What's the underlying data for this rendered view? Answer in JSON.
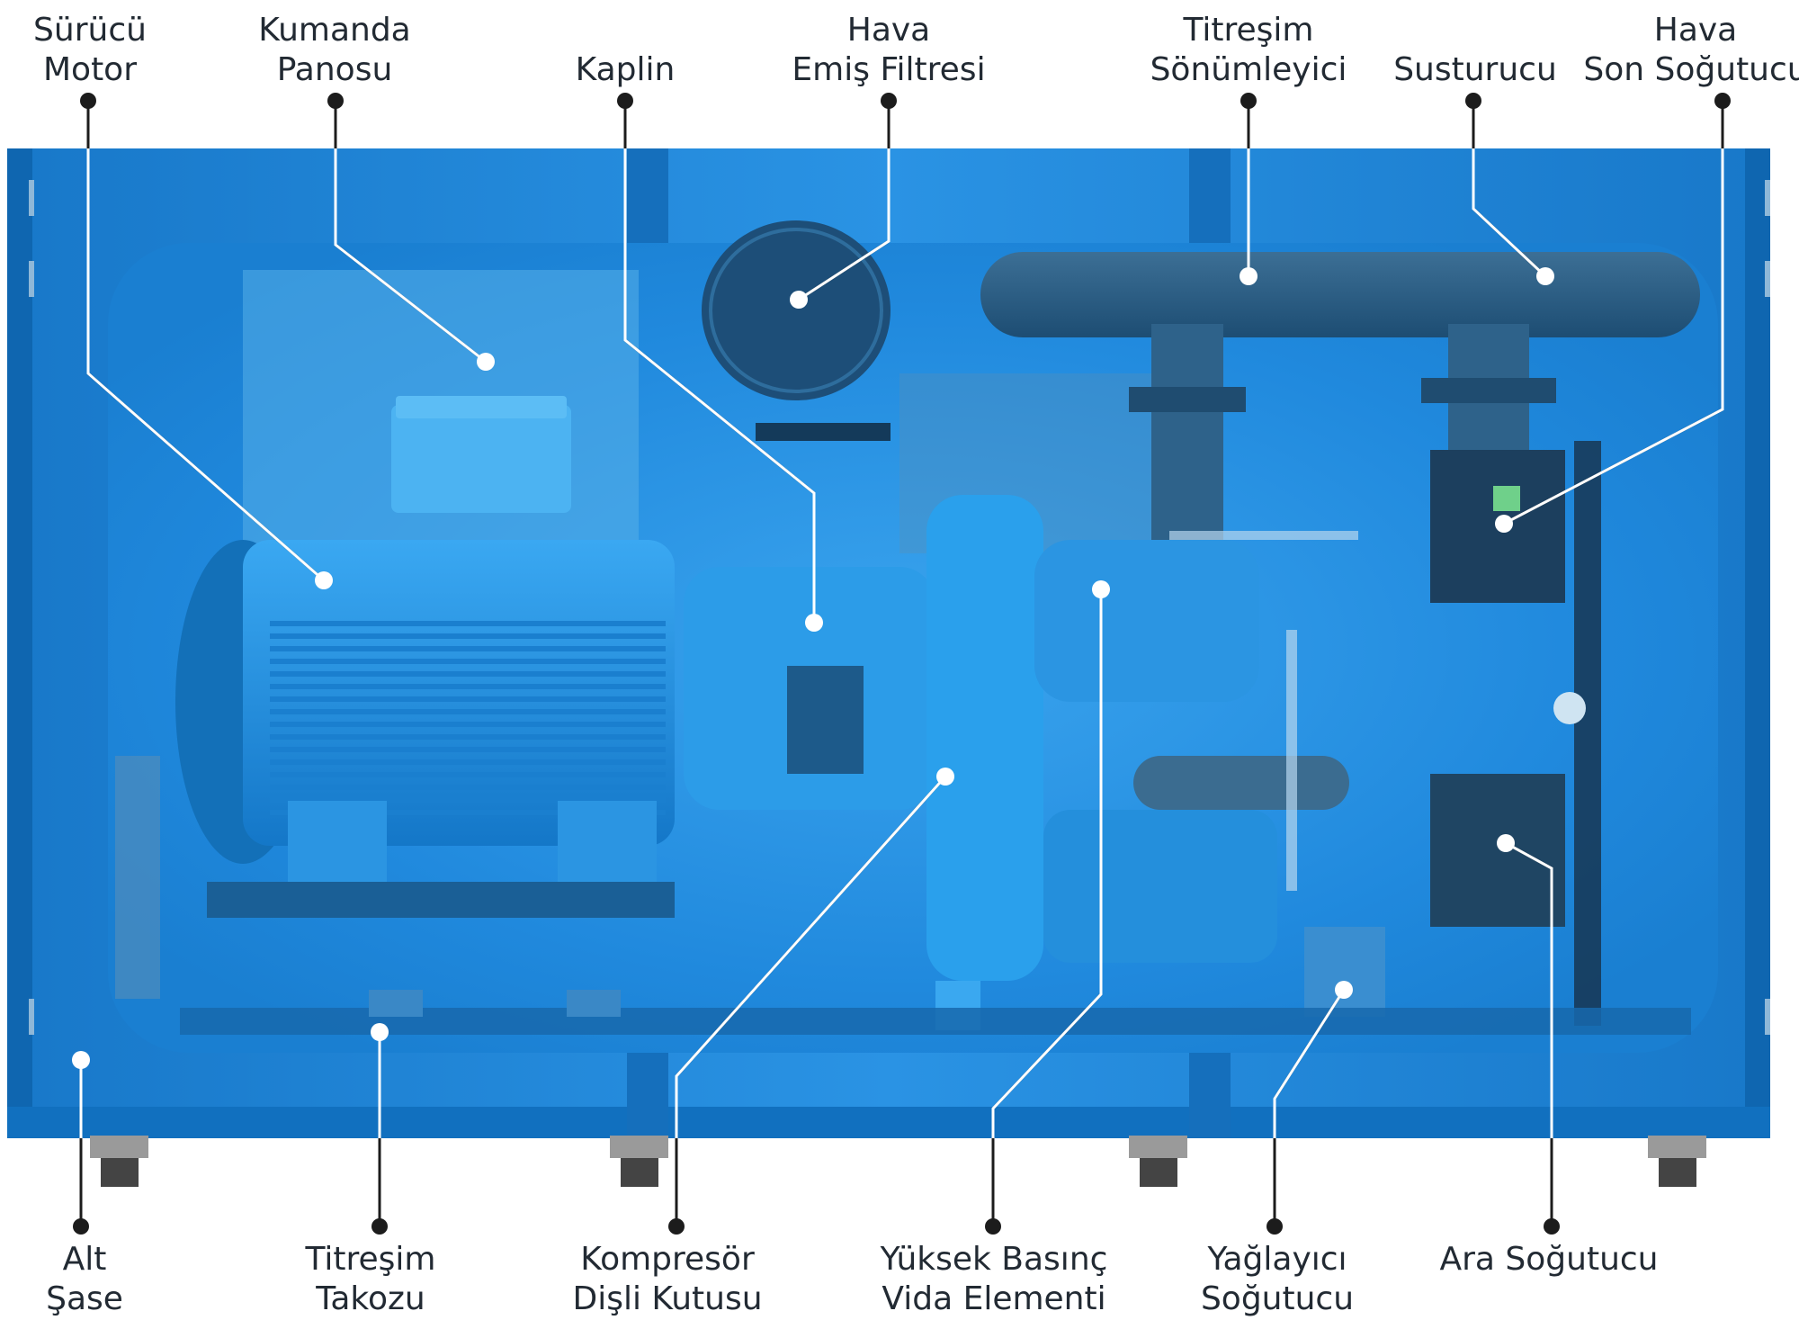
{
  "colors": {
    "cabinet": "#1a7fd1",
    "cabinet_dark": "#0f5fa8",
    "glass": "#2a96e6",
    "machine": "#1b8fe0",
    "machine_dark": "#0d5c9e",
    "leader_line": "#1c1c1c",
    "white_line": "#ffffff",
    "label_text": "#222a33"
  },
  "labels": {
    "surucu_motor": [
      "Sürücü",
      "Motor"
    ],
    "kumanda_panosu": [
      "Kumanda",
      "Panosu"
    ],
    "kaplin": [
      "Kaplin"
    ],
    "hava_emis_filtresi": [
      "Hava",
      "Emiş Filtresi"
    ],
    "titresim_sonumleyici": [
      "Titreşim",
      "Sönümleyici"
    ],
    "susturucu": [
      "Susturucu"
    ],
    "hava_son_sogutucu": [
      "Hava",
      "Son Soğutucu"
    ],
    "alt_sase": [
      "Alt",
      "Şase"
    ],
    "titresim_takozu": [
      "Titreşim",
      "Takozu"
    ],
    "kompresor_disli_kutusu": [
      "Kompresör",
      "Dişli Kutusu"
    ],
    "yuksek_basinc_vida_elementi": [
      "Yüksek Basınç",
      "Vida Elementi"
    ],
    "yaglayici_sogutucu": [
      "Yağlayıcı",
      "Soğutucu"
    ],
    "ara_sogutucu": [
      "Ara Soğutucu"
    ]
  }
}
